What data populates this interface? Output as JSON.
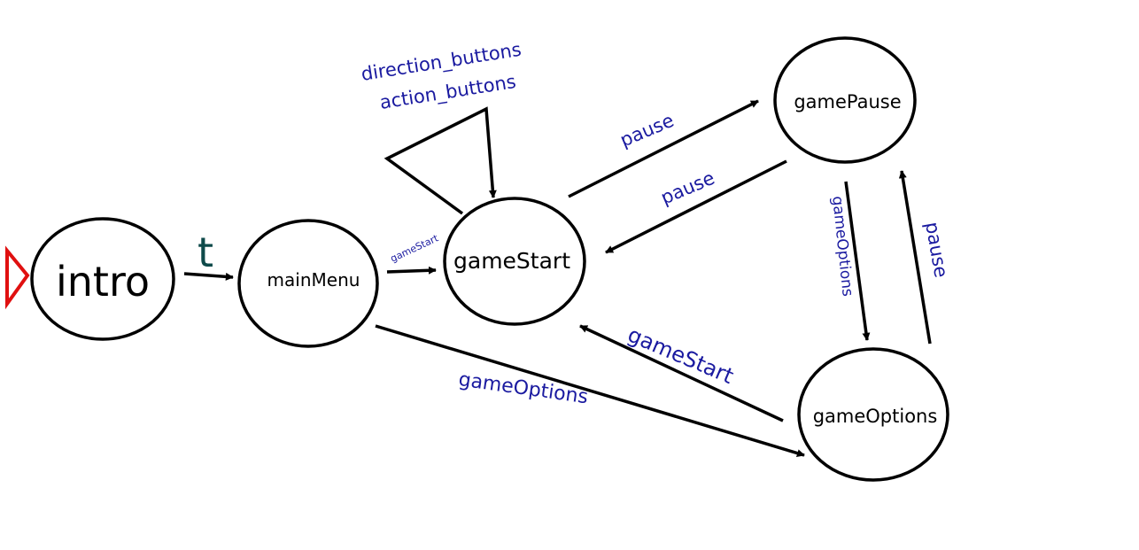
{
  "colors": {
    "node_stroke": "#000000",
    "edge": "#000000",
    "edge_label": "#1a1aa0",
    "timer_label": "#0e4a4a",
    "initial_marker": "#e01010"
  },
  "states": {
    "intro": "intro",
    "main_menu": "mainMenu",
    "game_start": "gameStart",
    "game_pause": "gamePause",
    "game_options": "gameOptions"
  },
  "transitions": {
    "intro_to_main_menu": "t",
    "main_menu_to_game_start": "gameStart",
    "main_menu_to_game_options": "gameOptions",
    "game_start_self_loop_line1": "direction_buttons",
    "game_start_self_loop_line2": "action_buttons",
    "game_start_to_game_pause": "pause",
    "game_pause_to_game_start": "pause",
    "game_pause_to_game_options": "gameOptions",
    "game_options_to_game_pause": "pause",
    "game_options_to_game_start": "gameStart"
  }
}
